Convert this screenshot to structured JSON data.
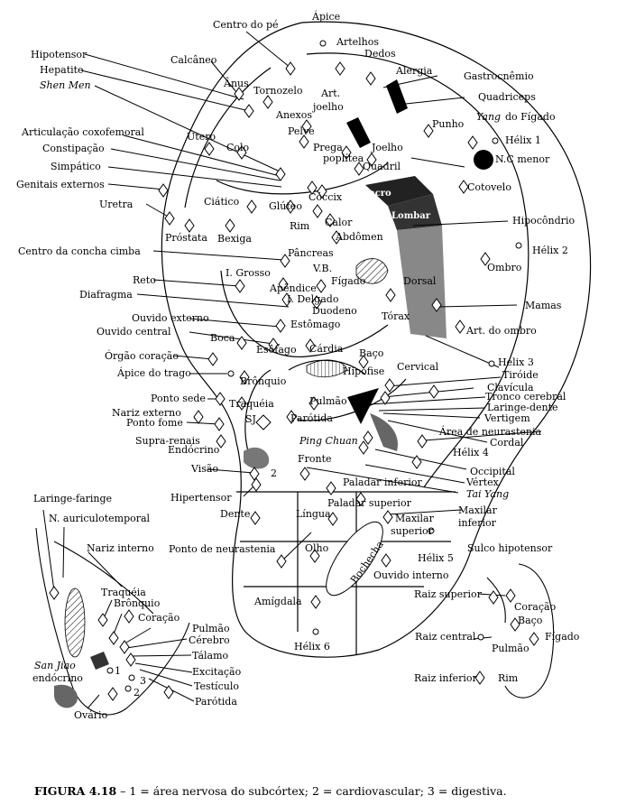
{
  "labels": {
    "apice": "Ápice",
    "centro_do_pe": "Centro do pé",
    "artelhos": "Artelhos",
    "dedos": "Dedos",
    "alergia": "Alergia",
    "gastrocnemio": "Gastrocnêmio",
    "quadriceps": "Quadriceps",
    "hipotensor": "Hipotensor",
    "hepatite": "Hepatite",
    "shen_men": "Shen Men",
    "calcaneo": "Calcâneo",
    "anus": "Ânus",
    "tornozelo": "Tornozelo",
    "art_joelho_1": "Art.",
    "art_joelho_2": "joelho",
    "anexos": "Anexos",
    "pelve": "Pelve",
    "punho": "Punho",
    "yang_do_figado_1": "Yang",
    "yang_do_figado_2": "do Fígado",
    "helix_1": "Hélix 1",
    "nc_menor": "N.C menor",
    "articulacao_coxofemoral": "Articulação coxofemoral",
    "utero": "Útero",
    "colo": "Colo",
    "constipacao": "Constipação",
    "simpatico": "Simpático",
    "prega_1": "Prega",
    "prega_2": "poplítea",
    "joelho": "Joelho",
    "quadril": "Quadril",
    "genitais_externos": "Genitais externos",
    "sacro": "Sacro",
    "coccix": "Cóccix",
    "cotovelo": "Cotovelo",
    "uretra": "Uretra",
    "ciatico": "Ciático",
    "gluteo": "Glúteo",
    "lombar": "Lombar",
    "rim": "Rim",
    "calor": "Calor",
    "hipocondrio": "Hipocôndrio",
    "prostata": "Próstata",
    "bexiga": "Bexiga",
    "abdomen": "Abdômen",
    "helix_2": "Hélix 2",
    "centro_concha_cimba": "Centro da concha cimba",
    "pancreas": "Pâncreas",
    "vb": "V.B.",
    "ombro": "Ombro",
    "reto": "Reto",
    "i_grosso": "I. Grosso",
    "figado": "Fígado",
    "dorsal": "Dorsal",
    "diafragma": "Diafragma",
    "apendice": "Apêndice",
    "i_delgado": "I. Delgado",
    "mamas": "Mamas",
    "duodeno": "Duodeno",
    "ouvido_externo": "Ouvido externo",
    "ouvido_central": "Ouvido central",
    "estomago": "Estômago",
    "torax": "Tórax",
    "boca": "Boca",
    "art_do_ombro": "Art. do ombro",
    "esofago": "Esôfago",
    "cardia": "Cárdia",
    "orgao_coracao": "Órgão coração",
    "baco": "Baço",
    "helix_3": "Hélix 3",
    "apice_do_trago": "Ápice do trago",
    "bronquio": "Brônquio",
    "cervical": "Cervical",
    "tiroide": "Tiróide",
    "hipofise": "Hipófise",
    "clavicula": "Clavícula",
    "ponto_sede": "Ponto sede",
    "traqueia": "Traquéia",
    "pulmao": "Pulmão",
    "tronco_cerebral": "Tronco cerebral",
    "nariz_externo": "Nariz externo",
    "laringe_dente": "Laringe-dente",
    "sj": "SJ",
    "parotida": "Parótida",
    "vertigem": "Vertigem",
    "ponto_fome": "Ponto fome",
    "area_neurastenia": "Área de neurastenia",
    "supra_renais": "Supra-renais",
    "ping_chuan": "Ping Chuan",
    "cordal": "Cordal",
    "endocrino": "Endócrino",
    "helix_4": "Hélix 4",
    "fronte": "Fronte",
    "occipital": "Occipital",
    "visao": "Visão",
    "num_2": "2",
    "vertex": "Vértex",
    "paladar_inferior": "Paladar inferior",
    "tai_yang": "Tai Yang",
    "hipertensor": "Hipertensor",
    "paladar_superior": "Paladar superior",
    "maxilar_inferior_1": "Maxilar",
    "maxilar_inferior_2": "inferior",
    "laringe_faringe": "Laringe-faringe",
    "dente": "Dente",
    "lingua": "Língua",
    "maxilar_superior_1": "Maxilar",
    "maxilar_superior_2": "superior",
    "n_auriculotemporal": "N. auriculotemporal",
    "bochecha": "Bochecha",
    "helix_5": "Hélix 5",
    "sulco_hipotensor": "Sulco hipotensor",
    "nariz_interno": "Nariz interno",
    "ponto_neurastenia": "Ponto de neurastenia",
    "olho": "Olho",
    "ouvido_interno": "Ouvido interno",
    "traqueia_2": "Traquéia",
    "bronquio_2": "Brônquio",
    "coracao": "Coração",
    "raiz_superior": "Raiz superior",
    "coracao_2": "Coração",
    "amigdala": "Amígdala",
    "baco_2": "Baço",
    "pulmao_2": "Pulmão",
    "cerebro": "Cérebro",
    "raiz_central": "Raiz central",
    "figado_2": "Fígado",
    "pulmao_3": "Pulmão",
    "helix_6": "Hélix 6",
    "talamo": "Tálamo",
    "san_jiao_1": "San Jiao",
    "san_jiao_2": "endócrino",
    "excitacao": "Excitação",
    "num_1": "1",
    "raiz_inferior": "Raiz inferior",
    "rim_2": "Rim",
    "testiculo": "Testículo",
    "num_2b": "2",
    "num_3": "3",
    "parotida_2": "Parótida",
    "ovario": "Ovário"
  },
  "caption": {
    "figure": "FIGURA 4.18",
    "text": " – 1 = área nervosa do subcórtex; 2 = cardiovascular; 3 = digestiva."
  }
}
